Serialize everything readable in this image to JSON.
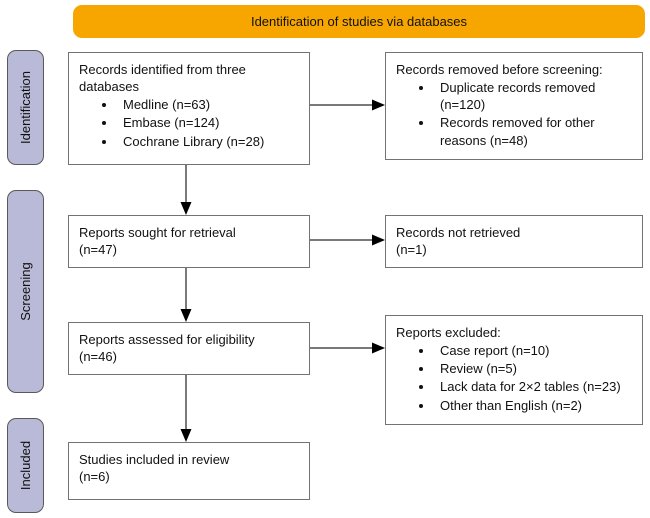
{
  "banner": {
    "label": "Identification of studies via databases"
  },
  "colors": {
    "banner_bg": "#F7A600",
    "stage_bg": "#B9B9D8",
    "stage_border": "#595959",
    "box_border": "#737373",
    "arrow": "#4D4D4D",
    "arrowhead": "#000000"
  },
  "stages": [
    {
      "label": "Identification"
    },
    {
      "label": "Screening"
    },
    {
      "label": "Included"
    }
  ],
  "flow": {
    "records_identified": {
      "title": "Records identified from three databases",
      "bullets": [
        "Medline (n=63)",
        "Embase (n=124)",
        "Cochrane Library (n=28)"
      ]
    },
    "records_removed": {
      "title": "Records removed before screening:",
      "bullets": [
        "Duplicate records removed (n=120)",
        "Records removed for other reasons (n=48)"
      ]
    },
    "reports_sought": {
      "lines": [
        "Reports sought for retrieval",
        "(n=47)"
      ]
    },
    "records_not_retrieved": {
      "lines": [
        "Records not retrieved",
        "(n=1)"
      ]
    },
    "reports_assessed": {
      "lines": [
        "Reports assessed for eligibility",
        "(n=46)"
      ]
    },
    "reports_excluded": {
      "title": "Reports excluded:",
      "bullets": [
        "Case report (n=10)",
        "Review (n=5)",
        "Lack data for 2×2 tables (n=23)",
        "Other than English (n=2)"
      ]
    },
    "studies_included": {
      "lines": [
        "Studies included in review",
        "(n=6)"
      ]
    }
  }
}
